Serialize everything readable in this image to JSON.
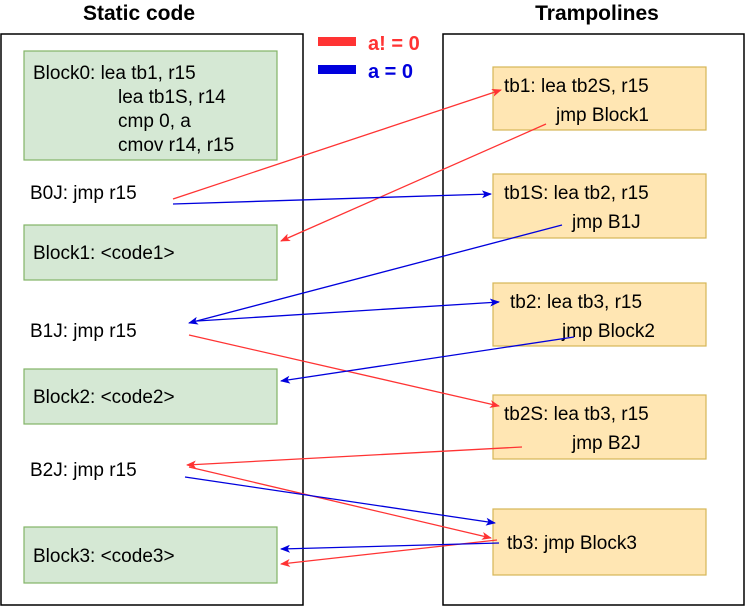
{
  "headings": {
    "static_code": "Static code",
    "trampolines": "Trampolines"
  },
  "legend": {
    "nonzero_label": "a! = 0",
    "zero_label": "a = 0",
    "nonzero_color": "#ff3333",
    "zero_color": "#0000dd"
  },
  "colors": {
    "static_block_fill": "#d5e8d4",
    "static_block_stroke": "#82b366",
    "trampoline_fill": "#ffe6b3",
    "trampoline_stroke": "#d6b656",
    "red_arrow": "#ff3333",
    "blue_arrow": "#0000dd"
  },
  "static_code": {
    "block0": {
      "line1": "Block0: lea tb1, r15",
      "line2": "lea tb1S, r14",
      "line3": "cmp 0, a",
      "line4": "cmov r14, r15"
    },
    "b0j": "B0J: jmp r15",
    "block1": "Block1: <code1>",
    "b1j": "B1J: jmp r15",
    "block2": "Block2: <code2>",
    "b2j": "B2J: jmp r15",
    "block3": "Block3: <code3>"
  },
  "trampolines": {
    "tb1": {
      "line1": "tb1: lea tb2S, r15",
      "line2": "jmp Block1"
    },
    "tb1s": {
      "line1": "tb1S: lea tb2, r15",
      "line2": "jmp B1J"
    },
    "tb2": {
      "line1": "tb2: lea tb3, r15",
      "line2": "jmp Block2"
    },
    "tb2s": {
      "line1": "tb2S: lea tb3, r15",
      "line2": "jmp B2J"
    },
    "tb3": {
      "line1": "tb3: jmp Block3"
    }
  }
}
